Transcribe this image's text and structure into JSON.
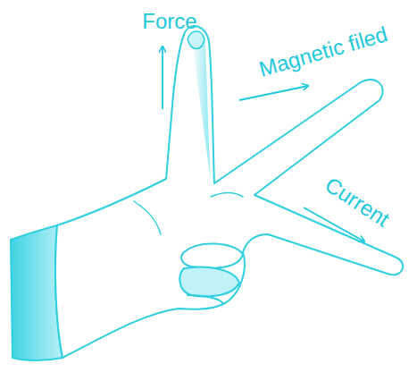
{
  "diagram": {
    "labels": [
      "Force",
      "Magnetic filed",
      "Current"
    ]
  }
}
